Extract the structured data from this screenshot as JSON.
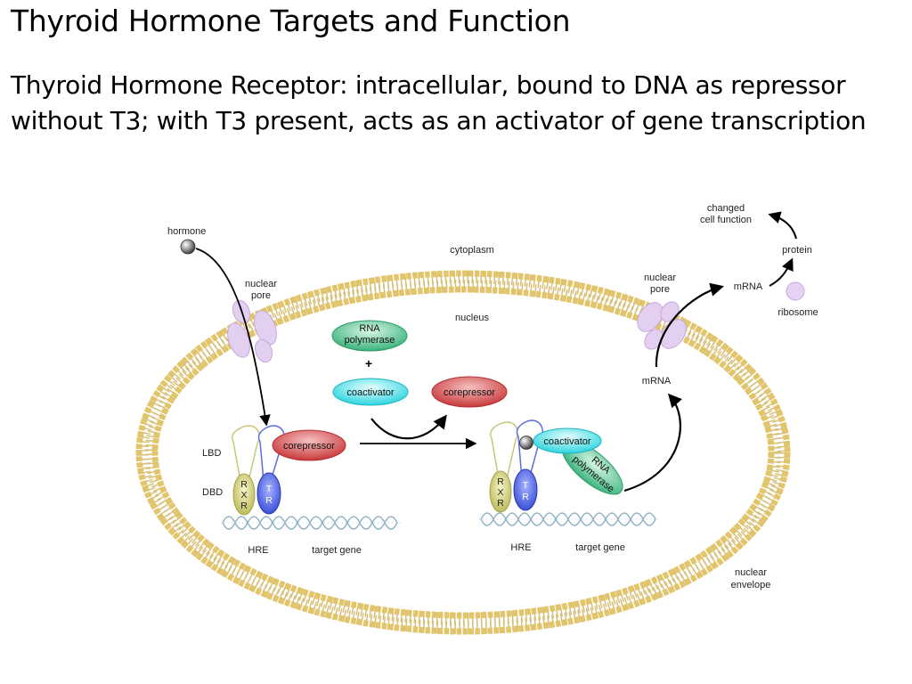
{
  "title": "Thyroid Hormone Targets and Function",
  "subtitle": "Thyroid Hormone Receptor:  intracellular, bound to DNA as repressor without T3; with T3 present, acts as an activator of gene transcription",
  "diagram": {
    "hormone": "hormone",
    "cytoplasm": "cytoplasm",
    "nucleus": "nucleus",
    "nuclear_pore_left": [
      "nuclear",
      "pore"
    ],
    "nuclear_pore_right": [
      "nuclear",
      "pore"
    ],
    "changed_cell_function": [
      "changed",
      "cell function"
    ],
    "protein": "protein",
    "mrna_top": "mRNA",
    "ribosome": "ribosome",
    "mrna_mid": "mRNA",
    "rna_polymerase": [
      "RNA",
      "polymerase"
    ],
    "plus": "+",
    "coactivator": "coactivator",
    "corepressor_free": "corepressor",
    "lbd": "LBD",
    "dbd": "DBD",
    "corepressor_bound": "corepressor",
    "rxr_left": [
      "R",
      "X",
      "R"
    ],
    "tr_left": [
      "T",
      "R"
    ],
    "rxr_right": [
      "R",
      "X",
      "R"
    ],
    "tr_right": [
      "T",
      "R"
    ],
    "coactivator_bound": "coactivator",
    "rna_polymerase_bound": [
      "RNA",
      "polymerase"
    ],
    "hre_left": "HRE",
    "target_gene_left": "target gene",
    "hre_right": "HRE",
    "target_gene_right": "target gene",
    "nuclear_envelope": [
      "nuclear",
      "envelope"
    ]
  }
}
